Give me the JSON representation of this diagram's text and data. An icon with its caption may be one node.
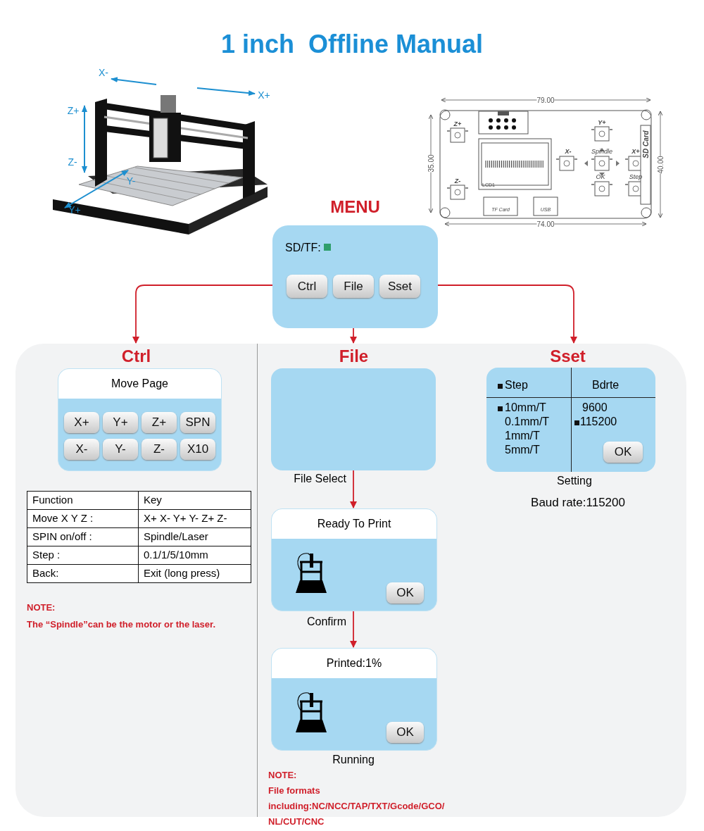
{
  "diagram": {
    "title": "1 inch  Offline Manual",
    "nodes": [
      {
        "text": [
          "MENU",
          "SD/TF:"
        ]
      },
      {
        "text": [
          "Ctrl"
        ],
        "in": 0
      },
      {
        "text": [
          "File"
        ],
        "in": 0
      },
      {
        "text": [
          "Sset"
        ],
        "in": 0
      },
      {
        "text": [
          "Ctrl"
        ]
      },
      {
        "text": [
          "Move Page"
        ],
        "in": 4
      },
      {
        "text": [
          "X+"
        ],
        "in": 5
      },
      {
        "text": [
          "Y+"
        ],
        "in": 5
      },
      {
        "text": [
          "Z+"
        ],
        "in": 5
      },
      {
        "text": [
          "SPN"
        ],
        "in": 5
      },
      {
        "text": [
          "X-"
        ],
        "in": 5
      },
      {
        "text": [
          "Y-"
        ],
        "in": 5
      },
      {
        "text": [
          "Z-"
        ],
        "in": 5
      },
      {
        "text": [
          "X10"
        ],
        "in": 5
      },
      {
        "text": [
          "File"
        ]
      },
      {
        "text": [],
        "shape": "box",
        "in": 14,
        "beside": [
          "File Select"
        ]
      },
      {
        "text": [
          "Ready To Print"
        ],
        "in": 14,
        "beside": [
          "Confirm"
        ]
      },
      {
        "text": [
          "OK"
        ],
        "in": 16
      },
      {
        "text": [
          "Printed:1%"
        ],
        "in": 14,
        "beside": [
          "Running"
        ]
      },
      {
        "text": [
          "OK"
        ],
        "in": 18
      },
      {
        "text": [
          "Sset"
        ]
      },
      {
        "text": [
          "Step",
          "Bdrte",
          "10mm/T",
          "0.1mm/T",
          "1mm/T",
          "5mm/T",
          "9600",
          "115200"
        ],
        "in": 20,
        "beside": [
          "Setting"
        ]
      },
      {
        "text": [
          "OK"
        ],
        "in": 21
      }
    ],
    "edges": [
      {
        "from": 0,
        "to": 4,
        "arrow": "to"
      },
      {
        "from": 0,
        "to": 14,
        "arrow": "to"
      },
      {
        "from": 0,
        "to": 20,
        "arrow": "to"
      },
      {
        "from": 15,
        "to": 16,
        "arrow": "to"
      },
      {
        "from": 16,
        "to": 18,
        "arrow": "to"
      }
    ],
    "labels": [
      "X-",
      "X+",
      "Z+",
      "Z-",
      "Y-",
      "Y+",
      "79.00",
      "Z+",
      "Y+",
      "35.00",
      "X-",
      "Spindle",
      "X+",
      "SD Card",
      "40.00",
      "LCD1",
      "OK",
      "Z-",
      "Step",
      "TF Card",
      "USB",
      "74.00",
      "Function",
      "Key",
      "Move X Y Z :",
      "X+ X- Y+ Y- Z+ Z-",
      "SPIN on/off :",
      "Spindle/Laser",
      "Step :",
      "0.1/1/5/10mm",
      "Back:",
      "Exit (long press)",
      "NOTE:",
      "The “Spindle”can be the motor or the laser.",
      "Baud rate:115200",
      "NOTE:",
      "File formats including:NC/NCC/TAP/TXT/Gcode/GCO/NL/CUT/CNC"
    ]
  }
}
